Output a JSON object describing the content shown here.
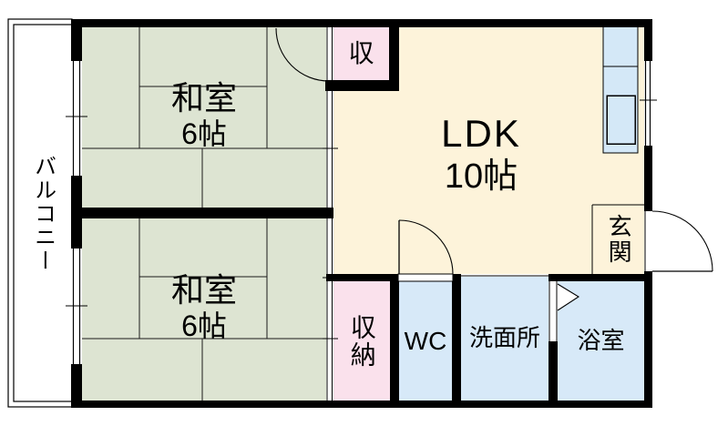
{
  "floorplan": {
    "wall_color": "#000000",
    "line_color": "#1a1a1a",
    "balcony": {
      "label": "バルコニー",
      "color": "#ffffff"
    },
    "rooms": {
      "washitsu1": {
        "label": "和室",
        "size": "6帖",
        "color": "#dde4d2"
      },
      "washitsu2": {
        "label": "和室",
        "size": "6帖",
        "color": "#dde4d2"
      },
      "ldk": {
        "label": "LDK",
        "size": "10帖",
        "color": "#fdf3da"
      },
      "closet_upper": {
        "label": "収",
        "color": "#fae1ec"
      },
      "closet_lower": {
        "label": "収納",
        "color": "#fae1ec"
      },
      "wc": {
        "label": "WC",
        "color": "#d7e9f8"
      },
      "washroom": {
        "label": "洗面所",
        "color": "#d7e9f8"
      },
      "bathroom": {
        "label": "浴室",
        "color": "#d7e9f8"
      },
      "genkan": {
        "label": "玄関"
      }
    },
    "kitchen": {
      "color": "#d4e8f7"
    }
  }
}
